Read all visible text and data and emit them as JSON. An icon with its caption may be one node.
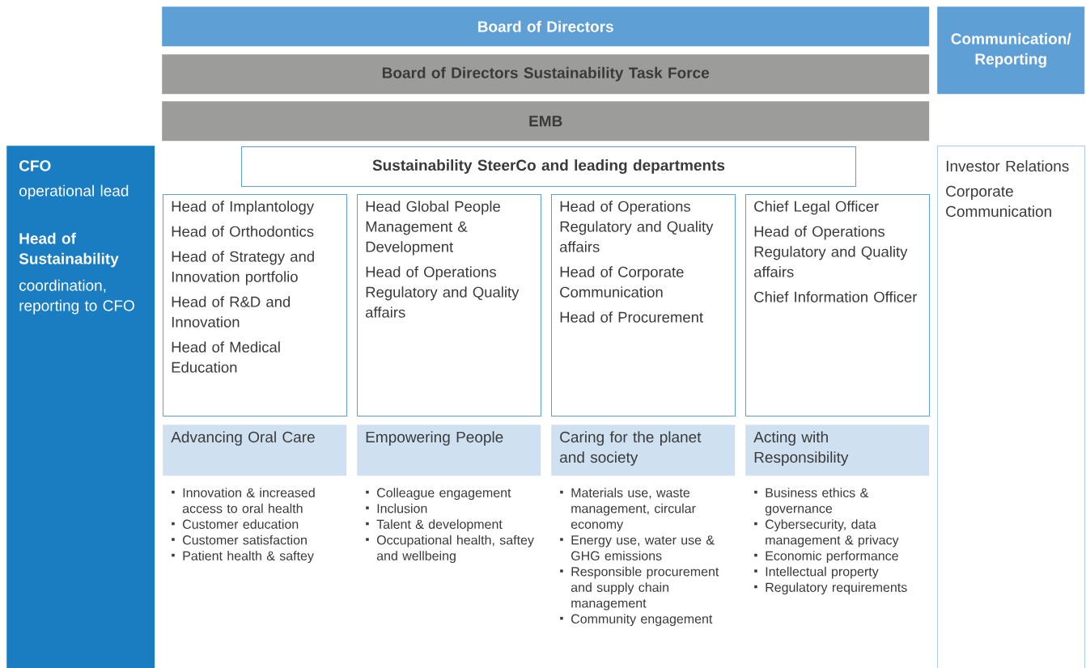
{
  "diagram": {
    "nodes": [
      {
        "text": [
          "Board of Directors"
        ]
      },
      {
        "text": [
          "Communication/ Reporting"
        ]
      },
      {
        "text": [
          "Board of Directors Sustainability Task Force"
        ]
      },
      {
        "text": [
          "EMB"
        ]
      },
      {
        "text": [
          "CFO",
          "operational lead",
          "Head of Sustainability",
          "coordination, reporting to CFO"
        ]
      },
      {
        "text": [
          "Sustainability SteerCo and leading departments"
        ]
      },
      {
        "text": [
          "Investor Relations",
          "Corporate Communication"
        ]
      },
      {
        "text": [
          "Head of Implantology",
          "Head of Orthodontics",
          "Head of Strategy and Innovation portfolio",
          "Head of R&D and Innovation",
          "Head of Medical Education"
        ]
      },
      {
        "text": [
          "Head Global People Management & Development",
          "Head of Operations Regulatory and Quality affairs"
        ]
      },
      {
        "text": [
          "Head of Operations Regulatory and Quality affairs",
          "Head of Corporate Communication",
          "Head of Procurement"
        ]
      },
      {
        "text": [
          "Chief Legal Officer",
          "Head of Operations Regulatory and Quality affairs",
          "Chief Information Officer"
        ]
      },
      {
        "text": [
          "Advancing Oral Care"
        ],
        "beside": [
          "Innovation & increased access to oral health",
          "Customer education",
          "Customer satisfaction",
          "Patient health & saftey"
        ]
      },
      {
        "text": [
          "Empowering People"
        ],
        "beside": [
          "Colleague engagement",
          "Inclusion",
          "Talent & development",
          "Occupational health, saftey and wellbeing"
        ]
      },
      {
        "text": [
          "Caring for the planet and society"
        ],
        "beside": [
          "Materials use, waste management, circular economy",
          "Energy use, water use & GHG emissions",
          "Responsible procurement and supply chain management",
          "Community engagement"
        ]
      },
      {
        "text": [
          "Acting with Responsibility"
        ],
        "beside": [
          "Business ethics & governance",
          "Cybersecurity, data management & privacy",
          "Economic performance",
          "Intellectual property",
          "Regulatory requirements"
        ]
      }
    ]
  }
}
